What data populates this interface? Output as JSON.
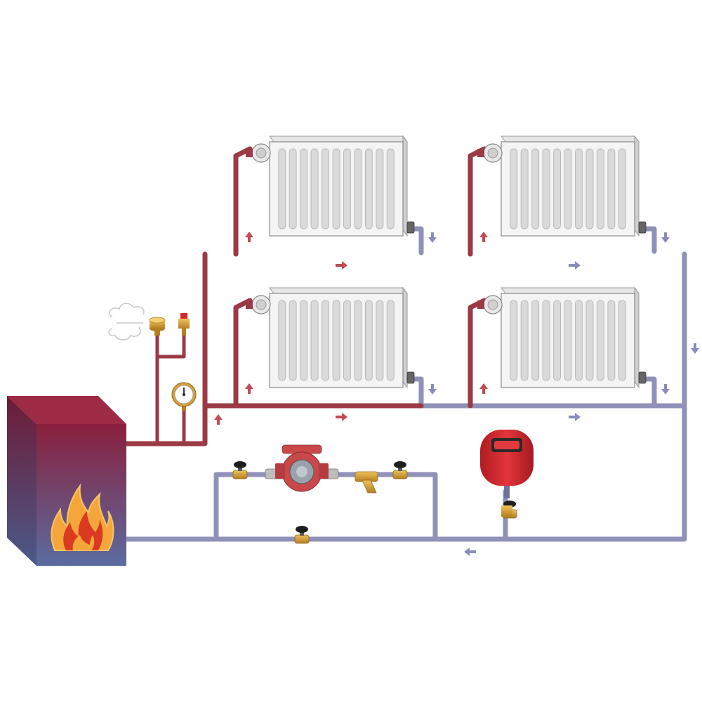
{
  "colors": {
    "supply_pipe": "#9b3a44",
    "supply_pipe_dark": "#7a2630",
    "return_pipe": "#8f91b8",
    "return_pipe_dark": "#6f719a",
    "supply_arrow": "#b5404c",
    "return_arrow": "#8a8cc0",
    "boiler_front_top": "#8a1f3c",
    "boiler_front_bottom": "#5a6ca0",
    "boiler_side": "#6e1b35",
    "boiler_top": "#9e2b45",
    "flame_outer": "#f4a63a",
    "flame_inner": "#d93a20",
    "radiator_body": "#f3f3f3",
    "radiator_fin": "#dadada",
    "radiator_outline": "#8a8a8a",
    "expansion_tank": "#d8262c",
    "pump_body": "#c9484a",
    "valve_handle": "#222222",
    "brass": "#d6a23a"
  },
  "components": {
    "boiler": {
      "icon": "boiler-flame-icon"
    },
    "radiators": [
      {
        "id": "radiator-upper-left",
        "fins": 11
      },
      {
        "id": "radiator-upper-right",
        "fins": 11
      },
      {
        "id": "radiator-lower-left",
        "fins": 11
      },
      {
        "id": "radiator-lower-right",
        "fins": 11
      }
    ],
    "pump": {
      "icon": "circulation-pump-icon"
    },
    "filter": {
      "icon": "y-strainer-icon"
    },
    "expansion_tank": {
      "icon": "expansion-tank-icon"
    },
    "air_vent": {
      "icon": "air-vent-icon"
    },
    "safety_valve": {
      "icon": "safety-valve-icon"
    },
    "pressure_gauge": {
      "icon": "pressure-gauge-icon"
    },
    "ball_valves": {
      "icon": "ball-valve-icon",
      "count": 4
    }
  }
}
